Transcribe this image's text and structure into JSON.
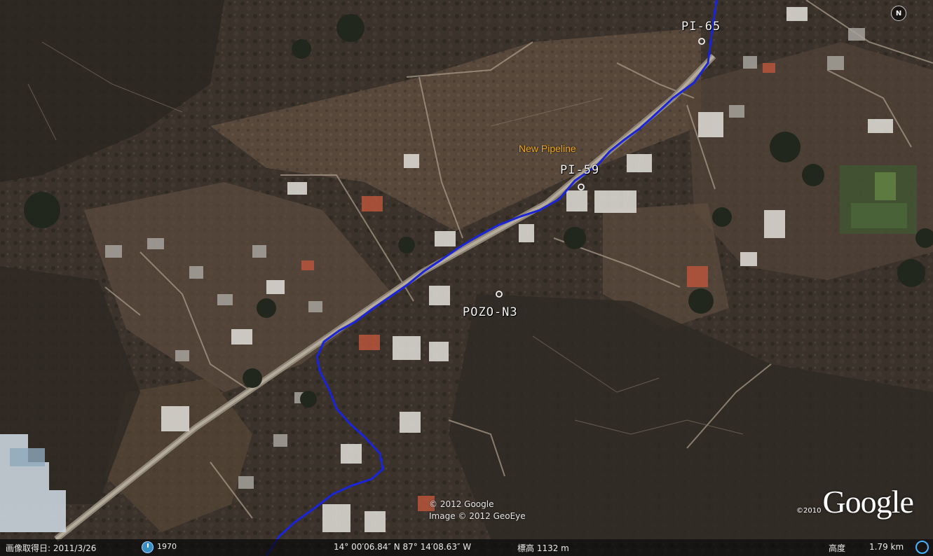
{
  "map": {
    "waypoints": [
      {
        "id": "pi-65",
        "label": "PI-65"
      },
      {
        "id": "pi-59",
        "label": "PI-59"
      },
      {
        "id": "pozo-n3",
        "label": "POZO-N3"
      }
    ],
    "route_label": "New Pipeline",
    "route_color": "#1a24d8",
    "route_label_color": "#f0a818",
    "north_label": "N",
    "copyright_lines": [
      "© 2012 Google",
      "Image © 2012 GeoEye"
    ],
    "logo_year": "©2010",
    "logo_text": "Google"
  },
  "status_bar": {
    "imagery_date": "画像取得日: 2011/3/26",
    "history_year": "1970",
    "coordinates": "14° 00′06.84″ N  87° 14′08.63″ W",
    "elevation": "標高 1132 m",
    "eye_alt_label": "高度",
    "eye_alt_value": "1.79 km"
  }
}
